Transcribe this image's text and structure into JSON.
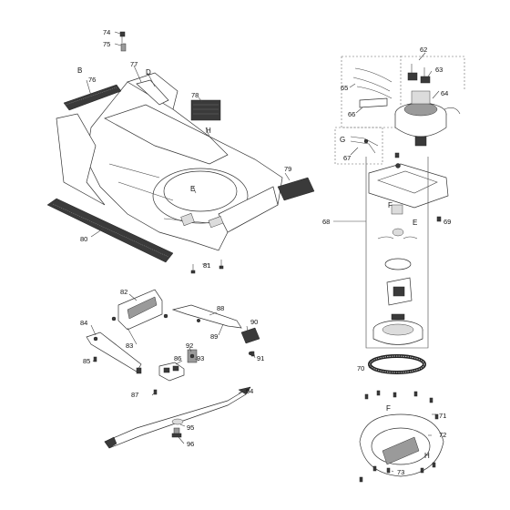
{
  "callouts": {
    "n74": "74",
    "n75": "75",
    "n76": "76",
    "n77": "77",
    "n78": "78",
    "n79": "79",
    "n80": "80",
    "n81": "81",
    "n82": "82",
    "n83": "83",
    "n84": "84",
    "n85": "85",
    "n86": "86",
    "n87": "87",
    "n88": "88",
    "n89": "89",
    "n90": "90",
    "n91": "91",
    "n92": "92",
    "n93": "93",
    "n94": "94",
    "n95": "95",
    "n96": "96",
    "n62": "62",
    "n63": "63",
    "n64": "64",
    "n65": "65",
    "n66": "66",
    "n67": "67",
    "n68": "68",
    "n69": "69",
    "n70": "70",
    "n71": "71",
    "n72": "72",
    "n73": "73"
  },
  "letters": {
    "B": "B",
    "D": "D",
    "E1": "E",
    "H1": "H",
    "G": "G",
    "F1": "F",
    "E2": "E",
    "F2": "F",
    "H2": "H"
  }
}
